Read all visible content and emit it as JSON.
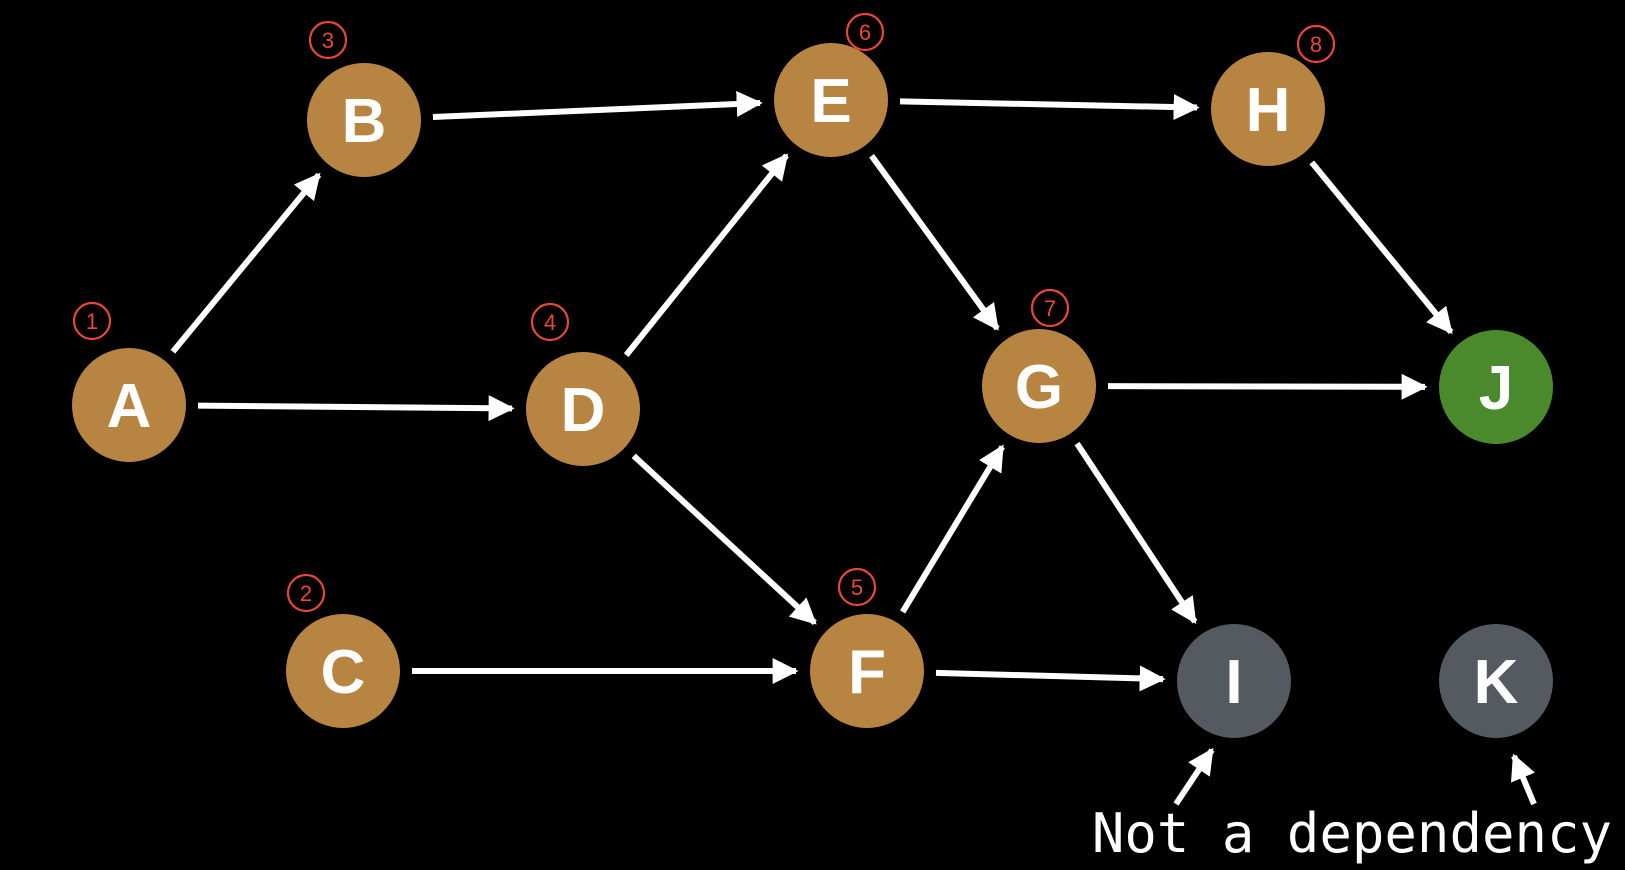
{
  "colors": {
    "background": "#000000",
    "pending": "#b88442",
    "target": "#4a8a2c",
    "excluded": "#555960",
    "edge": "#ffffff",
    "order_mark": "#e8473b"
  },
  "nodes": [
    {
      "id": "A",
      "label": "A",
      "status": "pending",
      "order": "1"
    },
    {
      "id": "B",
      "label": "B",
      "status": "pending",
      "order": "3"
    },
    {
      "id": "C",
      "label": "C",
      "status": "pending",
      "order": "2"
    },
    {
      "id": "D",
      "label": "D",
      "status": "pending",
      "order": "4"
    },
    {
      "id": "E",
      "label": "E",
      "status": "pending",
      "order": "6"
    },
    {
      "id": "F",
      "label": "F",
      "status": "pending",
      "order": "5"
    },
    {
      "id": "G",
      "label": "G",
      "status": "pending",
      "order": "7"
    },
    {
      "id": "H",
      "label": "H",
      "status": "pending",
      "order": "8"
    },
    {
      "id": "I",
      "label": "I",
      "status": "excluded",
      "order": ""
    },
    {
      "id": "J",
      "label": "J",
      "status": "target",
      "order": ""
    },
    {
      "id": "K",
      "label": "K",
      "status": "excluded",
      "order": ""
    }
  ],
  "edges": [
    {
      "from": "A",
      "to": "B"
    },
    {
      "from": "A",
      "to": "D"
    },
    {
      "from": "B",
      "to": "E"
    },
    {
      "from": "D",
      "to": "E"
    },
    {
      "from": "D",
      "to": "F"
    },
    {
      "from": "C",
      "to": "F"
    },
    {
      "from": "E",
      "to": "H"
    },
    {
      "from": "E",
      "to": "G"
    },
    {
      "from": "F",
      "to": "G"
    },
    {
      "from": "F",
      "to": "I"
    },
    {
      "from": "G",
      "to": "J"
    },
    {
      "from": "G",
      "to": "I"
    },
    {
      "from": "H",
      "to": "J"
    }
  ],
  "annotation": {
    "text": "Not a dependency",
    "points_to": [
      "I",
      "K"
    ]
  }
}
